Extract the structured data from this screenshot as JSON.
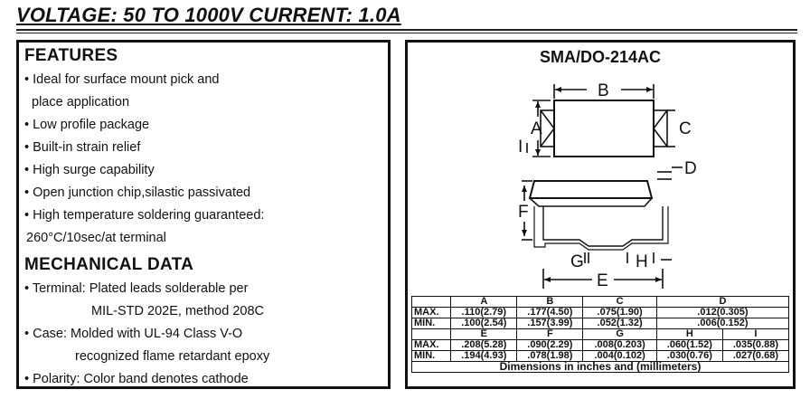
{
  "header": {
    "title": "VOLTAGE: 50 TO 1000V  CURRENT: 1.0A"
  },
  "features": {
    "title": "FEATURES",
    "items": [
      "Ideal for surface mount pick and",
      "place application",
      "Low profile package",
      "Built-in strain relief",
      "High surge capability",
      "Open junction chip,silastic passivated",
      "High temperature soldering guaranteed:",
      "260°C/10sec/at terminal"
    ]
  },
  "mechanical": {
    "title": "MECHANICAL DATA",
    "items": [
      "Terminal: Plated leads solderable per",
      "MIL-STD 202E, method 208C",
      "Case: Molded with UL-94 Class V-O",
      "recognized flame retardant epoxy",
      "Polarity: Color band denotes cathode"
    ]
  },
  "package": {
    "title": "SMA/DO-214AC",
    "labels": {
      "a": "A",
      "b": "B",
      "c": "C",
      "d": "D",
      "e": "E",
      "f": "F",
      "g": "G",
      "h": "H",
      "i": "I"
    }
  },
  "table": {
    "row_label_max": "MAX.",
    "row_label_min": "MIN.",
    "top": {
      "headers": [
        "A",
        "B",
        "C",
        "D"
      ],
      "max": [
        ".110(2.79)",
        ".177(4.50)",
        ".075(1.90)",
        ".012(0.305)"
      ],
      "min": [
        ".100(2.54)",
        ".157(3.99)",
        ".052(1.32)",
        ".006(0.152)"
      ]
    },
    "bottom": {
      "headers": [
        "E",
        "F",
        "G",
        "H",
        "I"
      ],
      "max": [
        ".208(5.28)",
        ".090(2.29)",
        ".008(0.203)",
        ".060(1.52)",
        ".035(0.88)"
      ],
      "min": [
        ".194(4.93)",
        ".078(1.98)",
        ".004(0.102)",
        ".030(0.76)",
        ".027(0.68)"
      ]
    },
    "caption": "Dimensions in inches and (millimeters)"
  }
}
